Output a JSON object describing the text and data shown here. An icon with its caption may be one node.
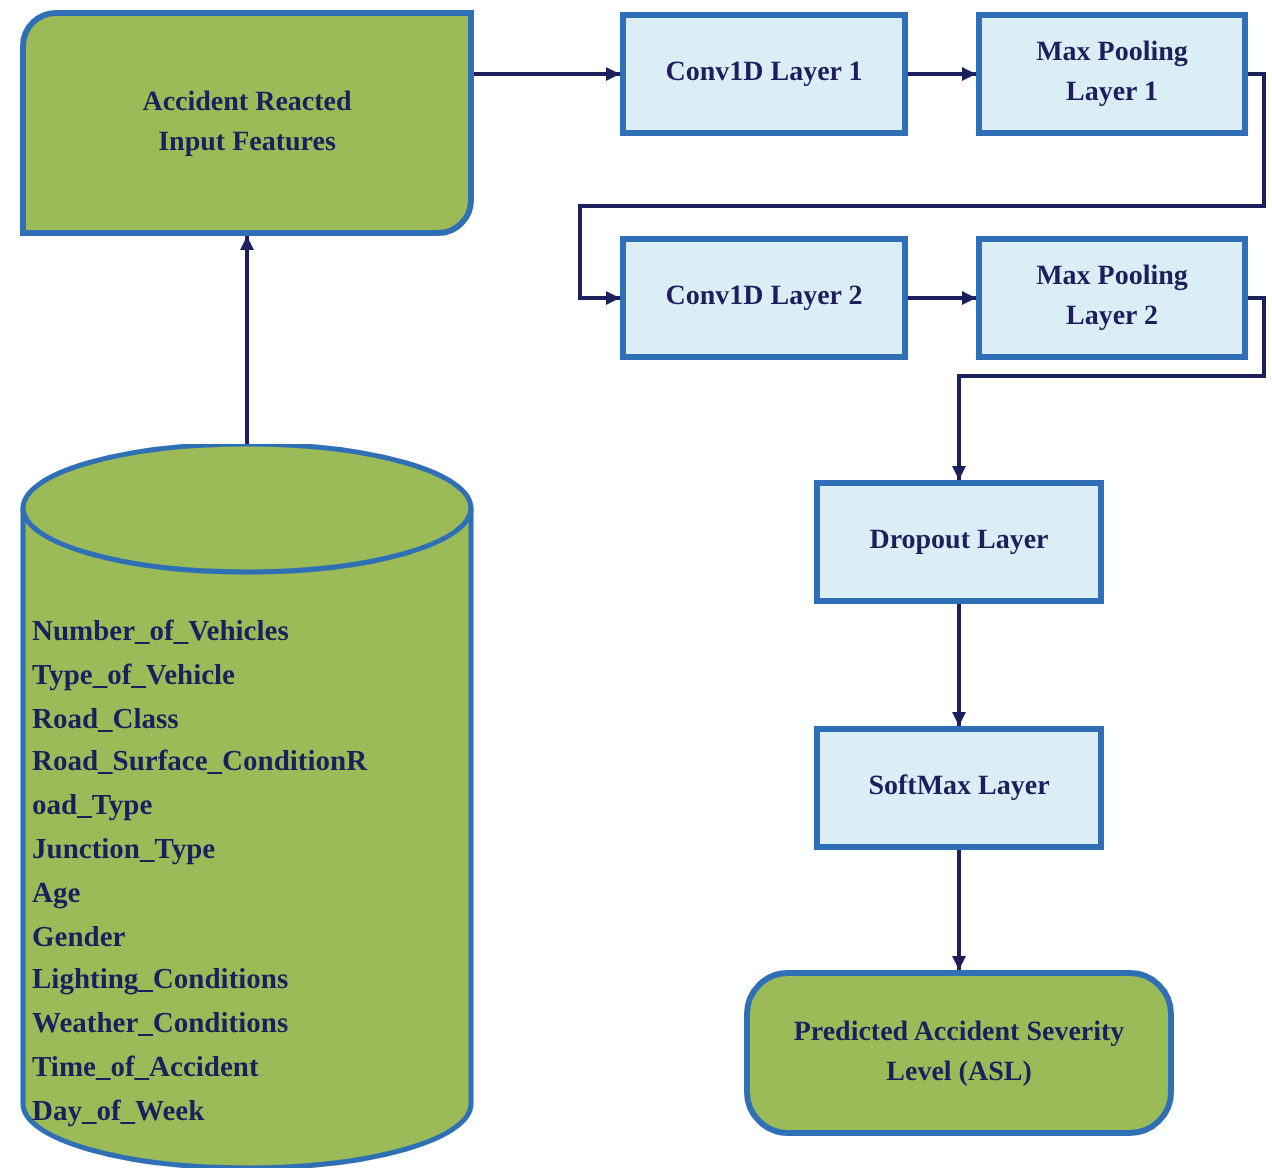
{
  "diagram": {
    "nodes": [
      {
        "text": [
          "Accident Reacted Input Features"
        ]
      },
      {
        "text": [
          "Conv1D Layer 1"
        ]
      },
      {
        "text": [
          "Max Pooling Layer 1"
        ]
      },
      {
        "text": [
          "Conv1D Layer 2"
        ]
      },
      {
        "text": [
          "Max Pooling Layer 2"
        ]
      },
      {
        "text": [
          "Dropout Layer"
        ]
      },
      {
        "text": [
          "SoftMax Layer"
        ]
      },
      {
        "text": [
          "Predicted Accident Severity Level (ASL)"
        ]
      },
      {
        "text": [
          "Number_of_Vehicles",
          "Type_of_Vehicle",
          "Road_Class",
          "Road_Surface_ConditionR",
          "oad_Type",
          "Junction_Type",
          "Age",
          "Gender",
          "Lighting_Conditions",
          "Weather_Conditions",
          "Time_of_Accident",
          "Day_of_Week"
        ]
      }
    ],
    "edges": [
      {
        "from": 8,
        "to": 0,
        "arrow": "to"
      },
      {
        "from": 0,
        "to": 1,
        "arrow": "to"
      },
      {
        "from": 1,
        "to": 2,
        "arrow": "to"
      },
      {
        "from": 2,
        "to": 3,
        "arrow": "to"
      },
      {
        "from": 3,
        "to": 4,
        "arrow": "to"
      },
      {
        "from": 4,
        "to": 5,
        "arrow": "to"
      },
      {
        "from": 5,
        "to": 6,
        "arrow": "to"
      },
      {
        "from": 6,
        "to": 7,
        "arrow": "to"
      }
    ]
  }
}
